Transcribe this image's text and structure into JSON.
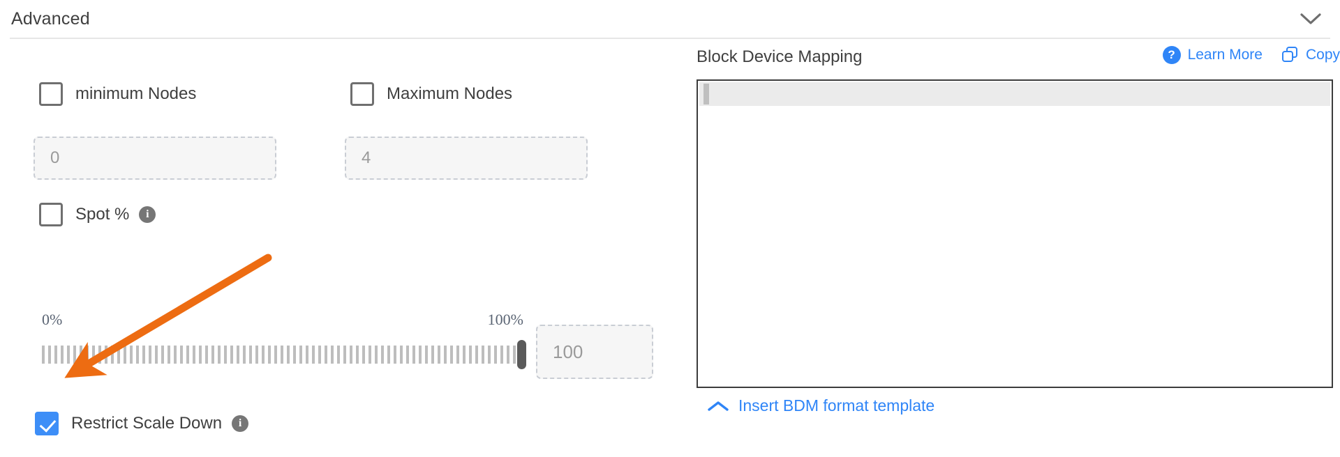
{
  "section": {
    "title": "Advanced",
    "collapse_icon": "chevron-down-icon"
  },
  "left": {
    "min_nodes": {
      "label": "minimum Nodes",
      "checked": false,
      "value": "",
      "placeholder": "0"
    },
    "max_nodes": {
      "label": "Maximum Nodes",
      "checked": false,
      "value": "",
      "placeholder": "4"
    },
    "spot": {
      "label": "Spot %",
      "checked": false,
      "info_icon": "info-icon",
      "slider": {
        "min_label": "0%",
        "max_label": "100%",
        "min": 0,
        "max": 100,
        "value": 100,
        "value_text": "100"
      }
    },
    "restrict_scale_down": {
      "label": "Restrict Scale Down",
      "checked": true,
      "info_icon": "info-icon"
    }
  },
  "right": {
    "title": "Block Device Mapping",
    "learn_more": {
      "label": "Learn More",
      "icon": "question-circle-icon"
    },
    "copy": {
      "label": "Copy",
      "icon": "copy-icon"
    },
    "editor": {
      "value": ""
    },
    "insert_template": {
      "label": "Insert BDM format template",
      "icon": "chevron-up-icon"
    }
  },
  "colors": {
    "accent_blue": "#2f85f7",
    "checkbox_blue": "#3d8ef7",
    "annotation_orange": "#ed6c12",
    "text": "#3f3f3f",
    "muted": "#9a9a9a"
  }
}
